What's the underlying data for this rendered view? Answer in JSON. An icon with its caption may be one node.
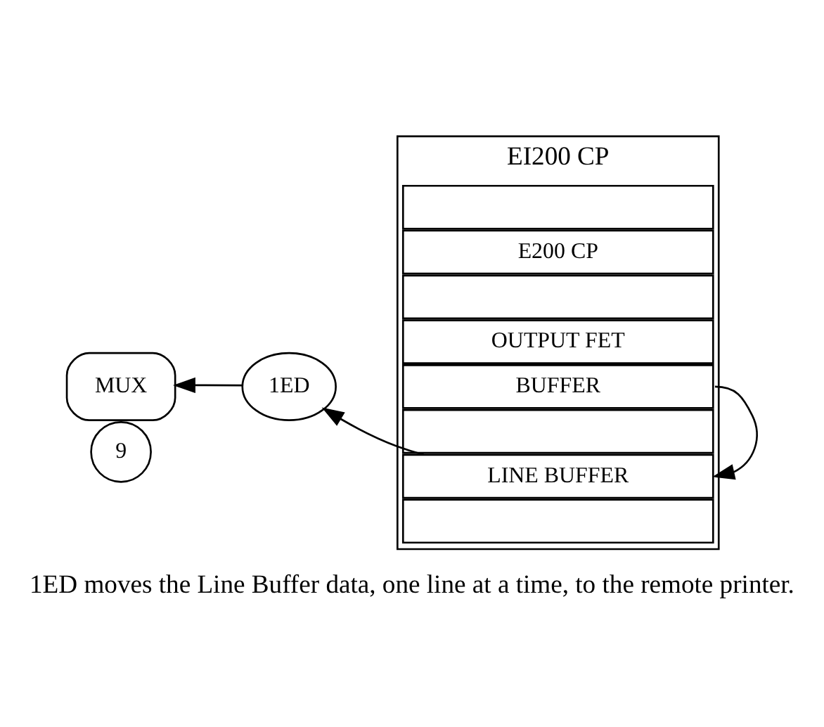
{
  "diagram": {
    "caption": "1ED moves the Line Buffer data, one line at a time, to the remote printer.",
    "nodes": [
      {
        "text": [
          "9"
        ]
      },
      {
        "text": [
          "EI200 CP"
        ]
      },
      {
        "text": [],
        "shape": "box",
        "in": 1
      },
      {
        "text": [
          "E200 CP"
        ],
        "in": 1
      },
      {
        "text": [],
        "shape": "box",
        "in": 1
      },
      {
        "text": [
          "OUTPUT FET"
        ],
        "in": 1
      },
      {
        "text": [
          "BUFFER"
        ],
        "in": 1
      },
      {
        "text": [],
        "shape": "box",
        "in": 1
      },
      {
        "text": [
          "LINE BUFFER"
        ],
        "in": 1
      },
      {
        "text": [],
        "shape": "box",
        "in": 1
      },
      {
        "text": [
          "MUX"
        ]
      },
      {
        "text": [
          "1ED"
        ]
      }
    ],
    "edges": [
      {
        "from": 11,
        "to": 10,
        "arrow": "to"
      },
      {
        "from": 8,
        "to": 11,
        "arrow": "to"
      },
      {
        "from": 6,
        "to": 8,
        "arrow": "to"
      }
    ]
  }
}
